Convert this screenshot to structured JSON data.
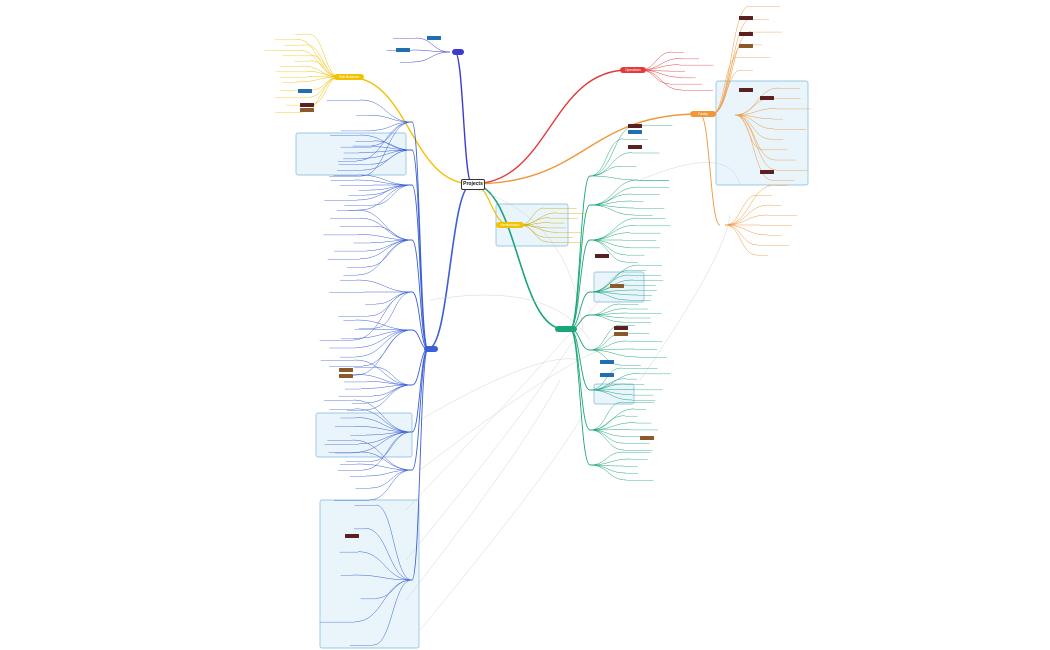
{
  "root": {
    "title": "Projects"
  },
  "branches": [
    {
      "key": "tl",
      "label": "Side Business",
      "color": "#f2c200"
    },
    {
      "key": "top",
      "label": "",
      "color": "#3b3bd1"
    },
    {
      "key": "tr",
      "label": "Operations",
      "color": "#e23b3b"
    },
    {
      "key": "r",
      "label": "Family",
      "color": "#f0973a"
    },
    {
      "key": "c",
      "label": "Memberships",
      "color": "#f2c200"
    },
    {
      "key": "br",
      "label": "",
      "color": "#1aa57a"
    },
    {
      "key": "l",
      "label": "",
      "color": "#3b5fd6"
    }
  ],
  "colors": {
    "panel_fill": "#e9f4fb",
    "panel_border": "#7fb9dc",
    "chip_dark": "#5a1f1f",
    "chip_brown": "#8b5a2b",
    "chip_blue": "#1f6fb2"
  }
}
